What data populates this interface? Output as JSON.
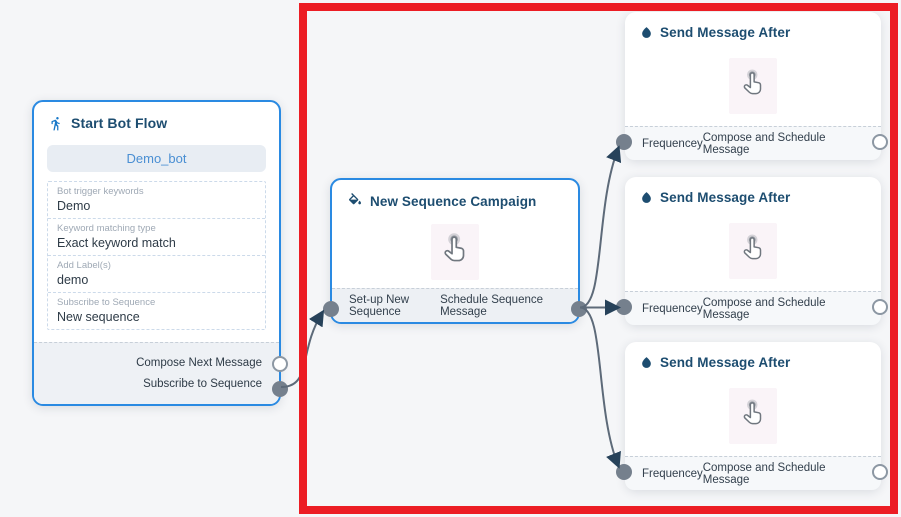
{
  "colors": {
    "accent_blue": "#2a8ae2",
    "title_navy": "#1d4d70",
    "annotation_red": "#ec1d24",
    "connector_gray": "#5d6a79",
    "bot_name_blue": "#4a8fd3"
  },
  "nodes": {
    "start": {
      "title": "Start Bot Flow",
      "icon": "walking-person-icon",
      "bot_name": "Demo_bot",
      "fields": [
        {
          "label": "Bot trigger keywords",
          "value": "Demo"
        },
        {
          "label": "Keyword matching type",
          "value": "Exact keyword match"
        },
        {
          "label": "Add Label(s)",
          "value": "demo"
        },
        {
          "label": "Subscribe to Sequence",
          "value": "New sequence"
        }
      ],
      "outputs": [
        {
          "label": "Compose Next Message",
          "connected": false
        },
        {
          "label": "Subscribe to Sequence",
          "connected": true
        }
      ]
    },
    "campaign": {
      "title": "New Sequence Campaign",
      "icon": "ink-bottle-icon",
      "input_label": "Set-up New Sequence",
      "output_label": "Schedule Sequence Message"
    },
    "send1": {
      "title": "Send Message After",
      "icon": "droplet-icon",
      "input_label": "Frequencey",
      "output_label": "Compose and Schedule Message"
    },
    "send2": {
      "title": "Send Message After",
      "icon": "droplet-icon",
      "input_label": "Frequencey",
      "output_label": "Compose and Schedule Message"
    },
    "send3": {
      "title": "Send Message After",
      "icon": "droplet-icon",
      "input_label": "Frequencey",
      "output_label": "Compose and Schedule Message"
    }
  }
}
